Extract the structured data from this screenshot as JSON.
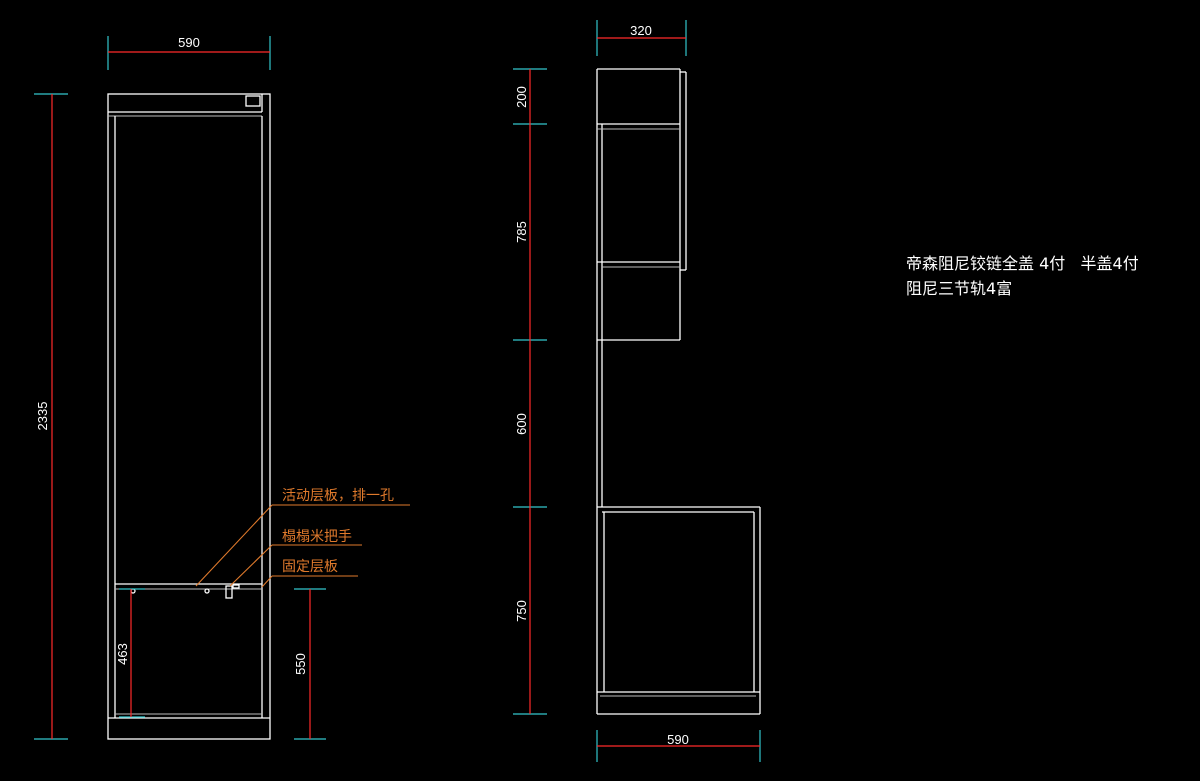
{
  "front_view": {
    "width_dim": "590",
    "height_dim": "2335",
    "lower_dim": "463",
    "shelf_height_dim": "550",
    "labels": {
      "adjustable_shelf": "活动层板，排一孔",
      "handle": "榻榻米把手",
      "fixed_shelf": "固定层板"
    }
  },
  "side_view": {
    "top_width_dim": "320",
    "bottom_width_dim": "590",
    "dims": [
      "200",
      "785",
      "600",
      "750"
    ]
  },
  "notes": {
    "line1": "帝森阻尼铰链全盖 4付   半盖4付",
    "line2": "阻尼三节轨4富"
  },
  "colors": {
    "background": "#000000",
    "outline": "#ffffff",
    "dimension_line": "#ff2a2a",
    "extension_tick": "#33c6cc",
    "annotation": "#e07a2c"
  }
}
